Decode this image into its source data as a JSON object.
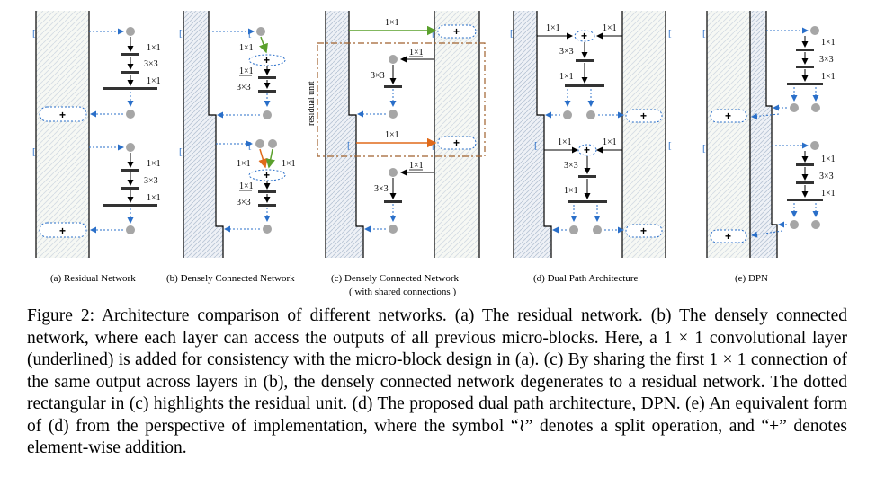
{
  "figure": {
    "panels": [
      {
        "subcaption": "(a) Residual Network"
      },
      {
        "subcaption": "(b) Densely Connected Network"
      },
      {
        "subcaption": "(c) Densely Connected Network",
        "subcaption2": "( with shared connections )"
      },
      {
        "subcaption": "(d) Dual Path Architecture"
      },
      {
        "subcaption": "(e) DPN"
      }
    ],
    "layer_labels": {
      "one": "1×1",
      "three": "3×3"
    },
    "residual_unit_label": "residual unit",
    "plus_symbol": "+",
    "bracket_symbol": "[",
    "colors": {
      "blue": "#2a6fc9",
      "green": "#5aa02c",
      "orange": "#e06a1a",
      "gray": "#a6a6a6",
      "dash": "#a0622d"
    }
  },
  "caption": "Figure 2: Architecture comparison of different networks. (a) The residual network. (b) The densely connected network, where each layer can access the outputs of all previous micro-blocks. Here, a 1 × 1 convolutional layer (underlined) is added for consistency with the micro-block design in (a). (c) By sharing the first 1 × 1 connection of the same output across layers in (b), the densely connected network degenerates to a residual network. The dotted rectangular in (c) highlights the residual unit. (d) The proposed dual path architecture, DPN. (e) An equivalent form of (d) from the perspective of implementation, where the symbol “≀” denotes a split operation, and “+” denotes element-wise addition."
}
